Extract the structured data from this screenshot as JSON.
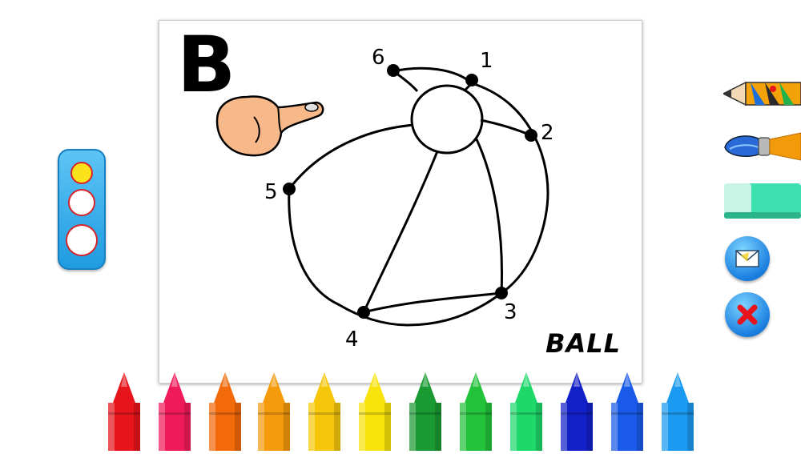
{
  "letter": "B",
  "word": "BALL",
  "dot_labels": [
    "1",
    "2",
    "3",
    "4",
    "5",
    "6"
  ],
  "tools": {
    "pattern_pencil": "pattern-pencil",
    "paintbrush": "paintbrush",
    "eraser": "eraser",
    "send": "envelope",
    "clear": "x-mark"
  },
  "brush_sizes": [
    "small",
    "medium",
    "large"
  ],
  "selected_brush_size": "small",
  "crayon_colors": [
    "#e8141c",
    "#f01a5a",
    "#f26a0a",
    "#f59a0a",
    "#f5c60a",
    "#f8e20a",
    "#1a9a32",
    "#22c23a",
    "#1ed86a",
    "#1220c8",
    "#1a5ae8",
    "#1a9af0"
  ],
  "colors": {
    "panel_blue": "#1f9be0",
    "selected_dot": "#fbe21a",
    "dot_border": "#d8242a",
    "eraser": "#3fe0b0"
  }
}
